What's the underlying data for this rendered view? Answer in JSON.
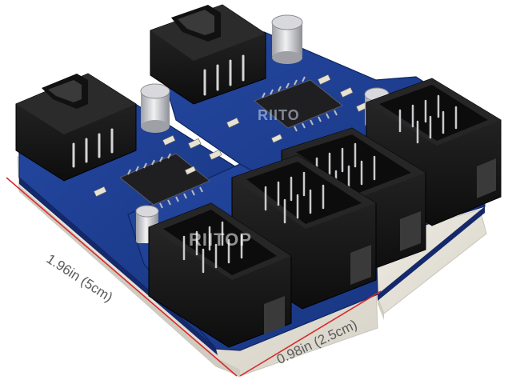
{
  "photo": {
    "subject": "Four 9-pin USB header splitter boards on adhesive foam pads",
    "colors": {
      "pcb": "#1d3b8c",
      "pcb_dark": "#14286a",
      "header_plastic": "#1b1b1b",
      "foam": "#e6e3da",
      "dimension_line": "#d62a2a",
      "chip": "#1f1f22",
      "capacitor": "#cfcfd3"
    }
  },
  "dimensions": {
    "width_label": "1.96in (5cm)",
    "depth_label": "0.98in (2.5cm)"
  },
  "watermark": {
    "top": "RIITO",
    "middle": "RIITOP"
  }
}
